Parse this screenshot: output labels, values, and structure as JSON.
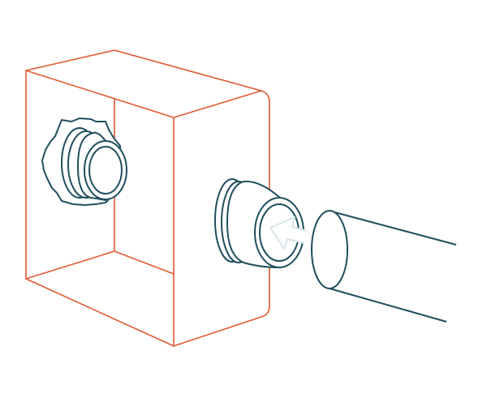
{
  "diagram": {
    "colors": {
      "box": "#e05a33",
      "fitting": "#1f4e5e",
      "arrow": "#d6e6e8",
      "background": "#ffffff"
    },
    "elements": [
      "junction-box",
      "left-connector-with-locknut",
      "right-connector",
      "conduit-pipe",
      "insert-arrow"
    ]
  }
}
